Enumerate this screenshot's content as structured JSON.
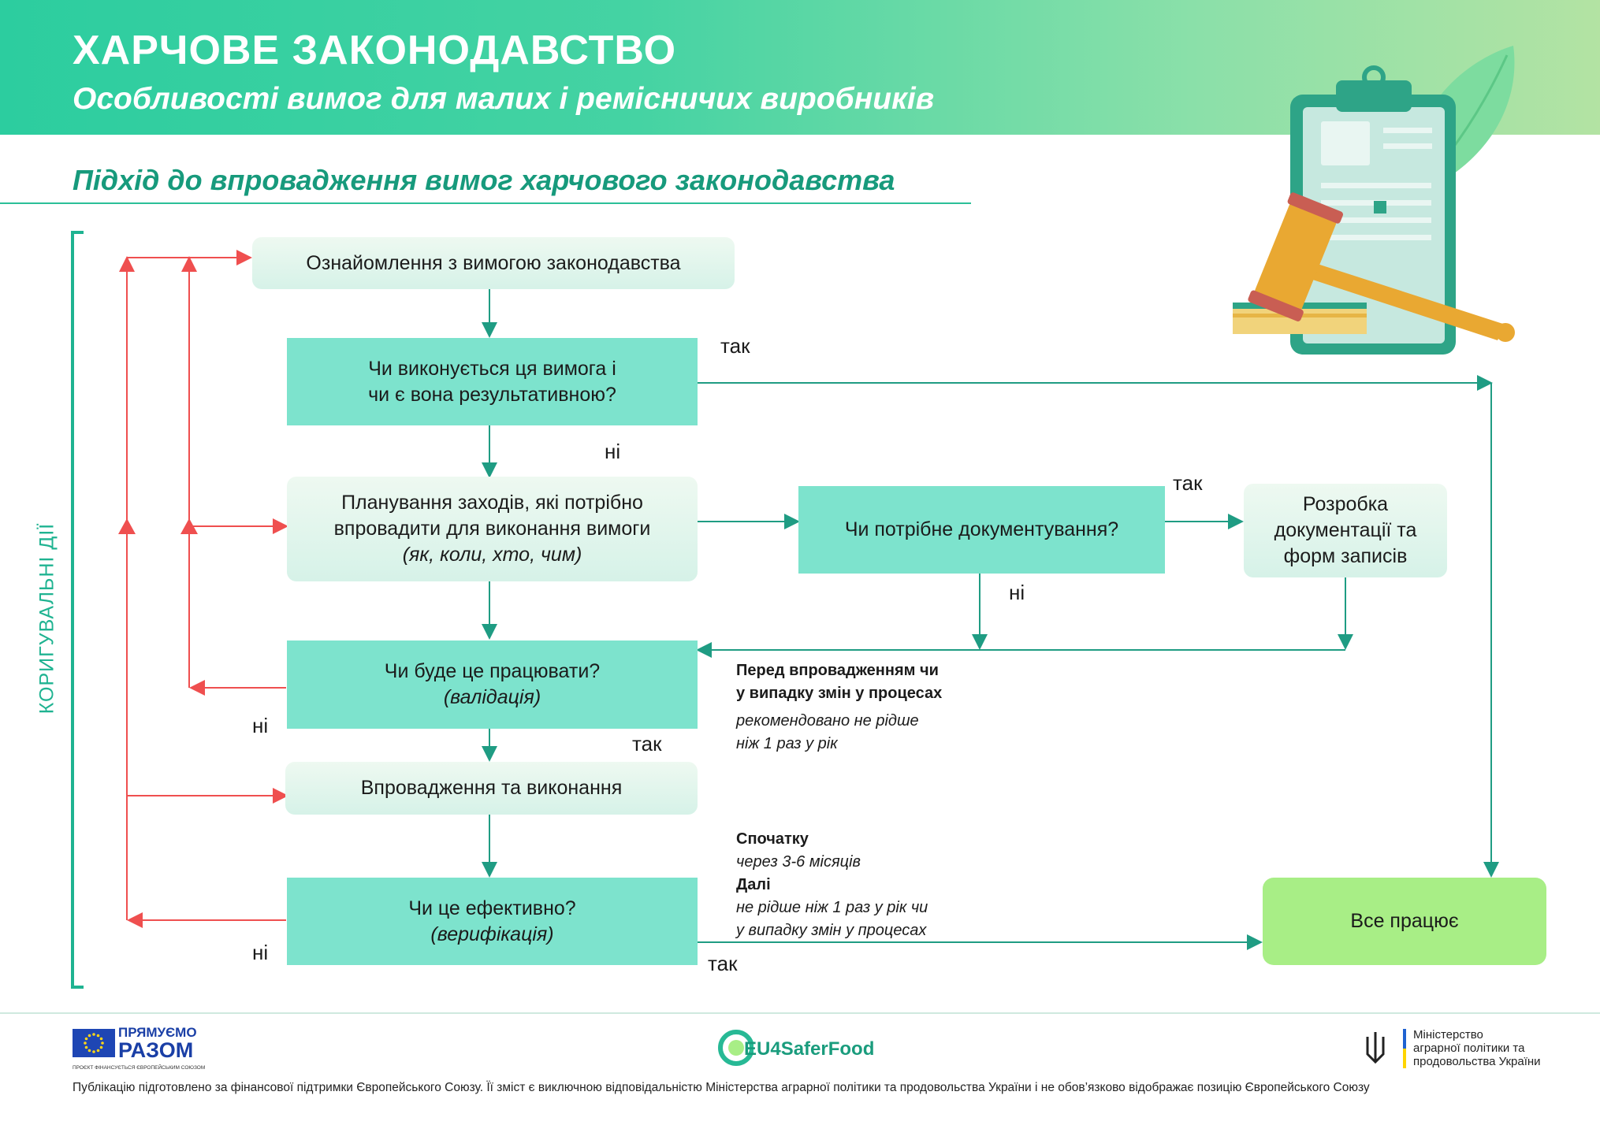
{
  "header": {
    "title": "ХАРЧОВЕ ЗАКОНОДАВСТВО",
    "subtitle": "Особливості вимог для малих і ремісничих виробників"
  },
  "section_title": "Підхід до впровадження вимог харчового законодавства",
  "side_label": "КОРИГУВАЛЬНІ ДІЇ",
  "boxes": {
    "familiarization": "Ознайомлення з вимогою законодавства",
    "q_fulfilled_1": "Чи виконується ця вимога і",
    "q_fulfilled_2": "чи є вона результативною?",
    "planning_1": "Планування заходів, які потрібно",
    "planning_2": "впровадити для виконання вимоги",
    "planning_3": "(як, коли, хто, чим)",
    "q_documentation": "Чи потрібне документування?",
    "docs_1": "Розробка",
    "docs_2": "документації та",
    "docs_3": "форм записів",
    "q_work_1": "Чи буде це працювати?",
    "q_work_2": "(валідація)",
    "implementation": "Впровадження та виконання",
    "q_effective_1": "Чи це ефективно?",
    "q_effective_2": "(верифікація)",
    "all_works": "Все працює"
  },
  "labels": {
    "yes_1": "так",
    "no_1": "ні",
    "yes_2": "так",
    "no_2": "ні",
    "no_3": "ні",
    "yes_3": "так",
    "no_4": "ні",
    "yes_4": "так"
  },
  "notes": {
    "validation_bold_1": "Перед впровадженням чи",
    "validation_bold_2": "у випадку змін у процесах",
    "validation_italic_1": "рекомендовано не рідше",
    "validation_italic_2": "ніж 1 раз у рік",
    "verification_bold_1": "Спочатку",
    "verification_italic_1": "через 3-6 місяців",
    "verification_bold_2": "Далі",
    "verification_italic_2": "не рідше ніж 1 раз у рік чи",
    "verification_italic_3": "у випадку змін у процесах"
  },
  "footer": {
    "eu_word_1": "ПРЯМУЄМО",
    "eu_word_2": "РАЗОМ",
    "eu_small": "ПРОЄКТ ФІНАНСУЄТЬСЯ ЄВРОПЕЙСЬКИМ СОЮЗОМ",
    "partner_logo": "EU4SaferFood",
    "ministry_1": "Міністерство",
    "ministry_2": "аграрної політики та",
    "ministry_3": "продовольства України",
    "disclaimer": "Публікацію підготовлено за фінансової підтримки Європейського Союзу. Її зміст є виключною відповідальністю Міністерства аграрної політики та продовольства України і не обов’язково відображає позицію Європейського Союзу"
  },
  "colors": {
    "teal": "#7de3cd",
    "dark_teal": "#1f9c83",
    "red": "#ef4f4f",
    "green": "#a8ee86",
    "header_start": "#2ccd9f",
    "header_end": "#b3e3a3"
  }
}
